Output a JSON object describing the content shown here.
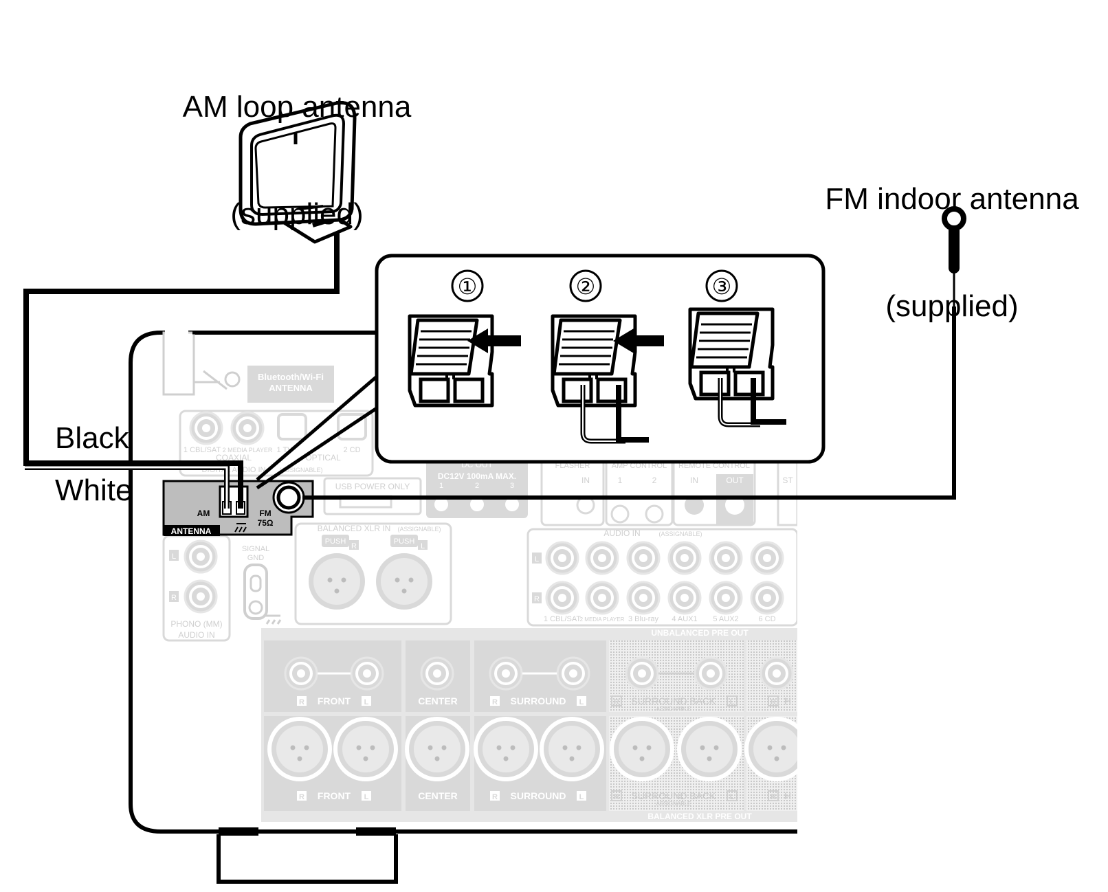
{
  "labels": {
    "am_title": "AM loop antenna",
    "am_sub": "(supplied)",
    "fm_title": "FM indoor antenna",
    "fm_sub": "(supplied)",
    "black": "Black",
    "white": "White"
  },
  "steps": [
    "①",
    "②",
    "③"
  ],
  "panel": {
    "bt_antenna": [
      "Bluetooth/Wi-Fi",
      "ANTENNA"
    ],
    "antenna_block": {
      "am": "AM",
      "fm": "FM",
      "ohm": "75Ω",
      "name": "ANTENNA"
    },
    "digital_in": [
      "1 CBL/SAT",
      "2 MEDIA PLAYER",
      "1 TV",
      "OPTICAL",
      "2 CD",
      "COAXIAL",
      "DIGITAL AUDIO IN",
      "(ASSIGNABLE)"
    ],
    "usb": "USB POWER ONLY",
    "dc_out": [
      "DC OUT",
      "DC12V 100mA MAX.",
      "1",
      "2",
      "3"
    ],
    "flasher": [
      "FLASHER",
      "IN"
    ],
    "amp_control": [
      "AMP CONTROL",
      "1",
      "2"
    ],
    "remote_control": [
      "REMOTE CONTROL",
      "IN",
      "OUT"
    ],
    "st_cut": "ST",
    "balanced_xlr_in": [
      "BALANCED XLR IN",
      "(ASSIGNABLE)",
      "PUSH",
      "PUSH",
      "R",
      "L"
    ],
    "phono": [
      "L",
      "R",
      "PHONO (MM)",
      "AUDIO IN"
    ],
    "signal_gnd": [
      "SIGNAL",
      "GND"
    ],
    "audio_in": [
      "AUDIO IN",
      "(ASSIGNABLE)",
      "L",
      "R"
    ],
    "audio_in_inputs": [
      "1 CBL/SAT",
      "2 MEDIA PLAYER",
      "3 Blu-ray",
      "4 AUX1",
      "5 AUX2",
      "6 CD"
    ],
    "unbalanced_title": "UNBALANCED PRE OUT",
    "balanced_title": "BALANCED XLR PRE OUT",
    "preout_channels": [
      "FRONT",
      "CENTER",
      "SURROUND",
      "SURROUND BACK",
      "H"
    ],
    "ch_r": "R",
    "ch_l": "L",
    "assignable": "ASSIGNABLE"
  },
  "colors": {
    "line": "#000000",
    "panel_gray": "#d9d9d9",
    "antenna_block": "#bdbdbd",
    "background": "#ffffff"
  }
}
